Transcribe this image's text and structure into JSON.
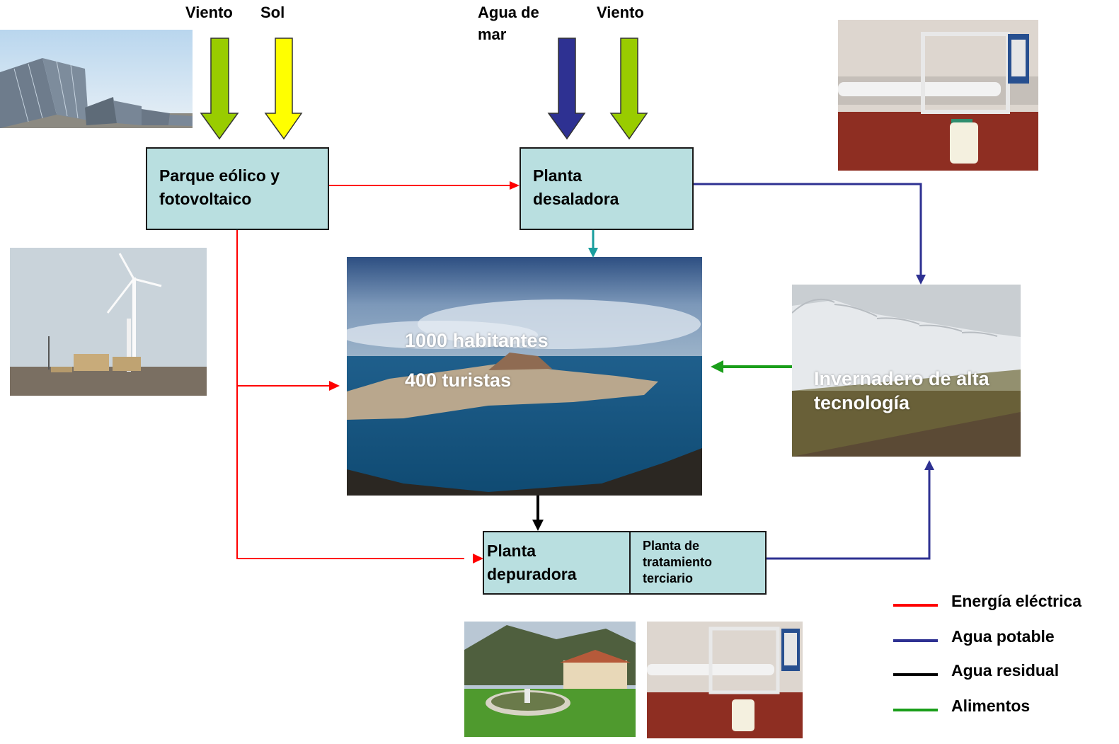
{
  "inputs": {
    "wind_1": "Viento",
    "sun": "Sol",
    "seawater": "Agua de mar",
    "wind_2": "Viento"
  },
  "nodes": {
    "park": "Parque eólico y fotovoltaico",
    "desal": "Planta desaladora",
    "depur": "Planta depuradora",
    "tertiary": "Planta de tratamiento terciario",
    "greenhouse": "Invernadero de alta tecnología"
  },
  "island": {
    "residents": "1000 habitantes",
    "tourists": "400 turistas"
  },
  "legend": [
    {
      "label": "Energía eléctrica",
      "color": "#ff0000"
    },
    {
      "label": "Agua potable",
      "color": "#2e3192"
    },
    {
      "label": "Agua residual",
      "color": "#000000"
    },
    {
      "label": "Alimentos",
      "color": "#1a9e1a"
    }
  ],
  "colors": {
    "box_fill": "#b9dfe0",
    "arrow_wind": "#99cc00",
    "arrow_sun": "#ffff00",
    "arrow_seawater": "#2e3192",
    "arrow_teal": "#1a9e9e"
  }
}
